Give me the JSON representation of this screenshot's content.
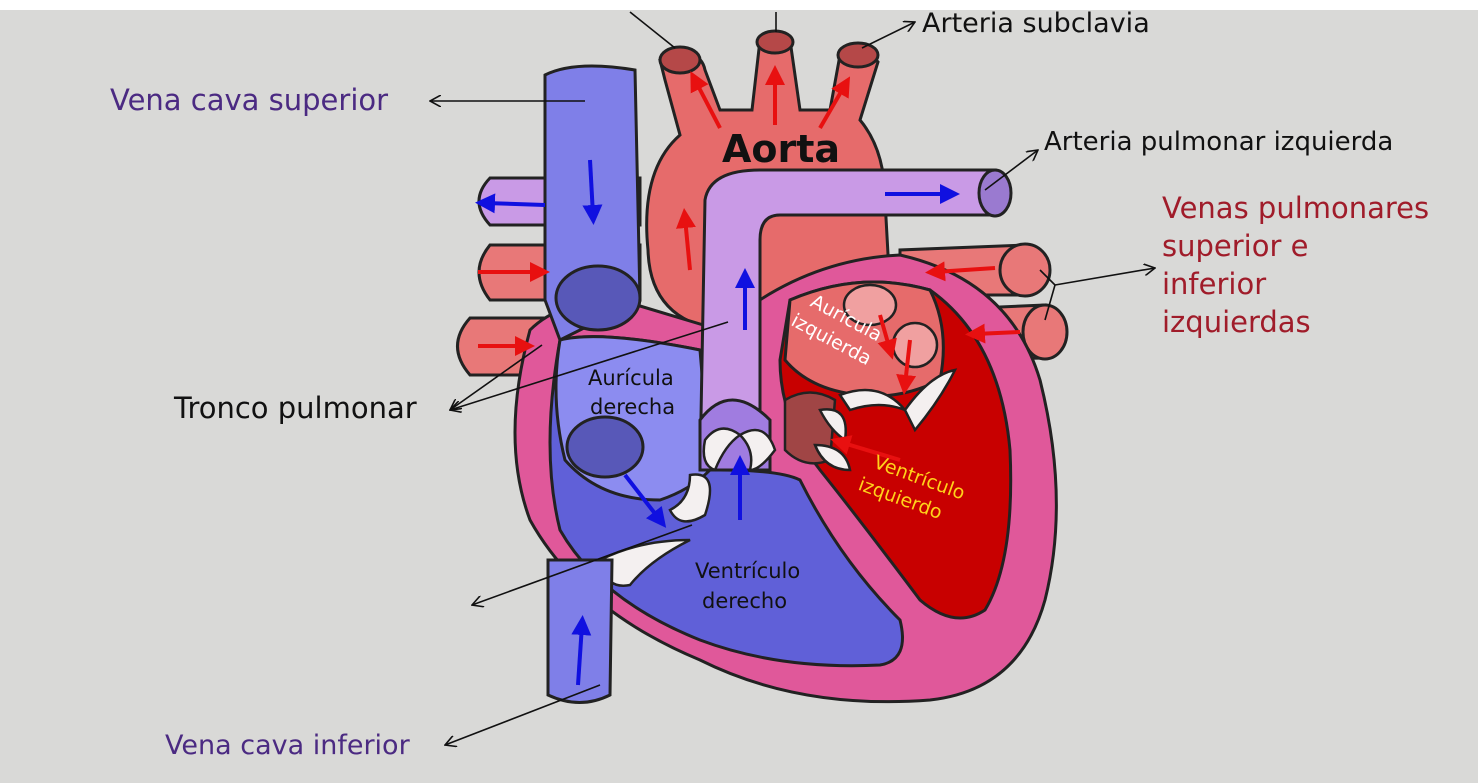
{
  "colors": {
    "background": "#d9d9d7",
    "vein_blue": "#7f7fe8",
    "artery_red": "#e66b6b",
    "pulmonary_purple": "#c99ae6",
    "left_ventricle": "#c80000",
    "myocardium_pink": "#e0589a",
    "label_purple": "#4b2a82",
    "label_red": "#a01c2a",
    "label_yellow": "#ffd21a",
    "arrow_blue": "#1010e0",
    "arrow_red": "#e81010"
  },
  "labels": {
    "arteria_subclavia": "Arteria subclavia",
    "vena_cava_superior": "Vena cava superior",
    "aorta": "Aorta",
    "arteria_pulmonar_izquierda": "Arteria pulmonar izquierda",
    "venas_pulmonares": [
      "Venas pulmonares",
      "superior e",
      "inferior",
      "izquierdas"
    ],
    "auricula_izquierda": [
      "Aurícula",
      "izquierda"
    ],
    "auricula_derecha": [
      "Aurícula",
      "derecha"
    ],
    "tronco_pulmonar": "Tronco pulmonar",
    "ventriculo_izquierdo": [
      "Ventrículo",
      "izquierdo"
    ],
    "ventriculo_derecho": [
      "Ventrículo",
      "derecho"
    ],
    "vena_cava_inferior": "Vena cava inferior"
  }
}
